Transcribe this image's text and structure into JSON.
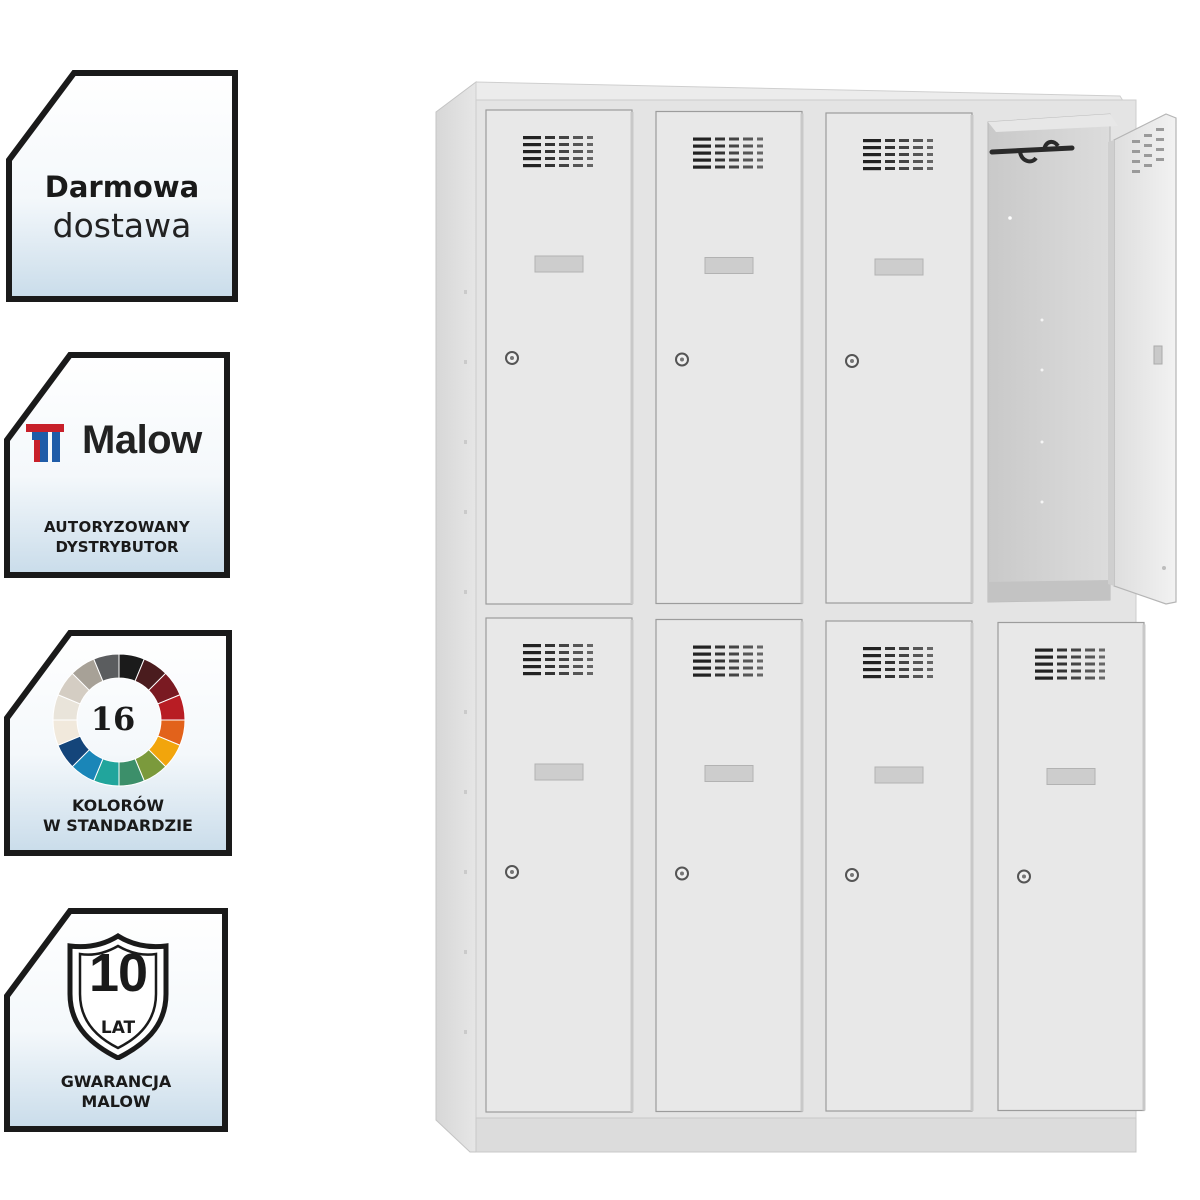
{
  "badges": {
    "delivery": {
      "line1": "Darmowa",
      "line2": "dostawa"
    },
    "distributor": {
      "brand": "Malow",
      "line1": "AUTORYZOWANY",
      "line2": "DYSTRYBUTOR"
    },
    "colors": {
      "count": "16",
      "line1": "KOLORÓW",
      "line2": "W STANDARDZIE",
      "wheel": [
        "#1b1b1b",
        "#4a1c1e",
        "#7a1a22",
        "#b81d24",
        "#e2621b",
        "#f2a50c",
        "#7b9a3c",
        "#3c8f6a",
        "#21a59c",
        "#1a86b8",
        "#14457a",
        "#f1e9dc",
        "#e9e4da",
        "#d4cdc3",
        "#a7a197",
        "#5b5d5f"
      ]
    },
    "warranty": {
      "years": "10",
      "unit": "LAT",
      "line1": "GWARANCJA",
      "line2": "MALOW"
    }
  },
  "product": {
    "colors": {
      "body": "#e3e3e3",
      "door": "#e8e8e8",
      "edge": "#c8c8c8",
      "interior": "#d2d2d2"
    },
    "grid": {
      "columns": 4,
      "rows": 2,
      "open_door": "top-right"
    }
  }
}
